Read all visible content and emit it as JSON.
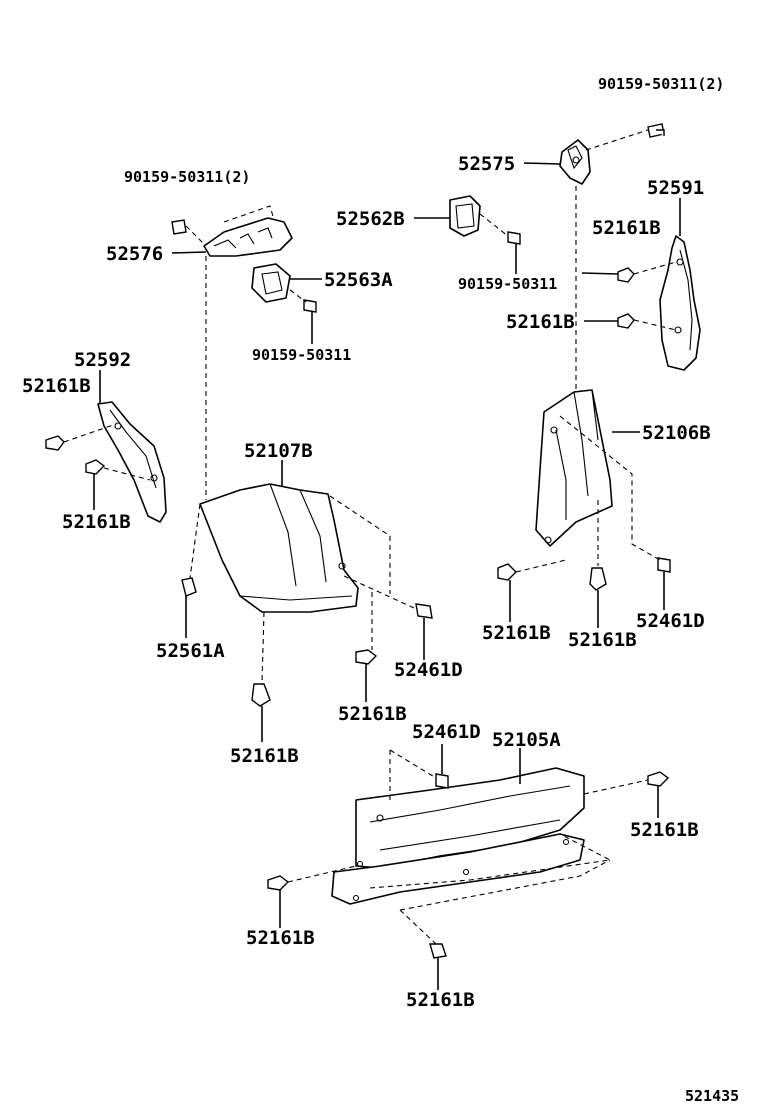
{
  "labels": {
    "l01": "90159-50311(2)",
    "l02": "52575",
    "l03": "52591",
    "l04": "90159-50311(2)",
    "l05": "52562B",
    "l06": "52161B",
    "l07": "52576",
    "l08": "52563A",
    "l09": "90159-50311",
    "l10": "52161B",
    "l11": "90159-50311",
    "l12": "52592",
    "l13": "52161B",
    "l14": "52107B",
    "l15": "52106B",
    "l16": "52161B",
    "l17": "52161B",
    "l18": "52161B",
    "l19": "52461D",
    "l20": "52561A",
    "l21": "52461D",
    "l22": "52161B",
    "l23": "52461D",
    "l24": "52105A",
    "l25": "52161B",
    "l26": "52161B",
    "l27": "52161B",
    "l28": "52161B"
  },
  "diagram_number": "521435"
}
